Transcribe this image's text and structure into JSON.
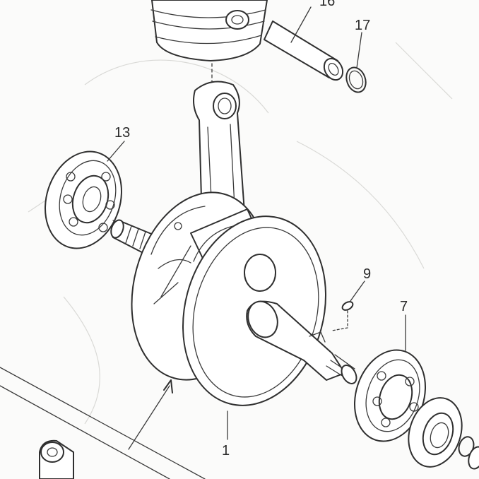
{
  "diagram": {
    "callouts": [
      {
        "id": "callout-16",
        "text": "16"
      },
      {
        "id": "callout-17",
        "text": "17"
      },
      {
        "id": "callout-13",
        "text": "13"
      },
      {
        "id": "callout-9",
        "text": "9"
      },
      {
        "id": "callout-7",
        "text": "7"
      },
      {
        "id": "callout-1",
        "text": "1"
      }
    ]
  },
  "colors": {
    "background": "#fbfbfa",
    "line": "#2f2f2f"
  }
}
